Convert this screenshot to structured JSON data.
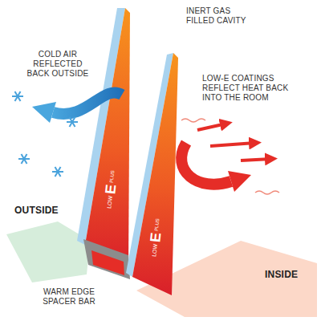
{
  "diagram": {
    "labels": [
      "INERT GAS FILLED CAVITY",
      "COLD AIR REFLECTED BACK OUTSIDE",
      "LOW-E COATINGS REFLECT HEAT BACK INTO THE ROOM",
      "OUTSIDE",
      "LOW",
      "E",
      "PLUS",
      "LOW",
      "E",
      "PLUS",
      "WARM EDGE SPACER BAR",
      "INSIDE"
    ]
  }
}
